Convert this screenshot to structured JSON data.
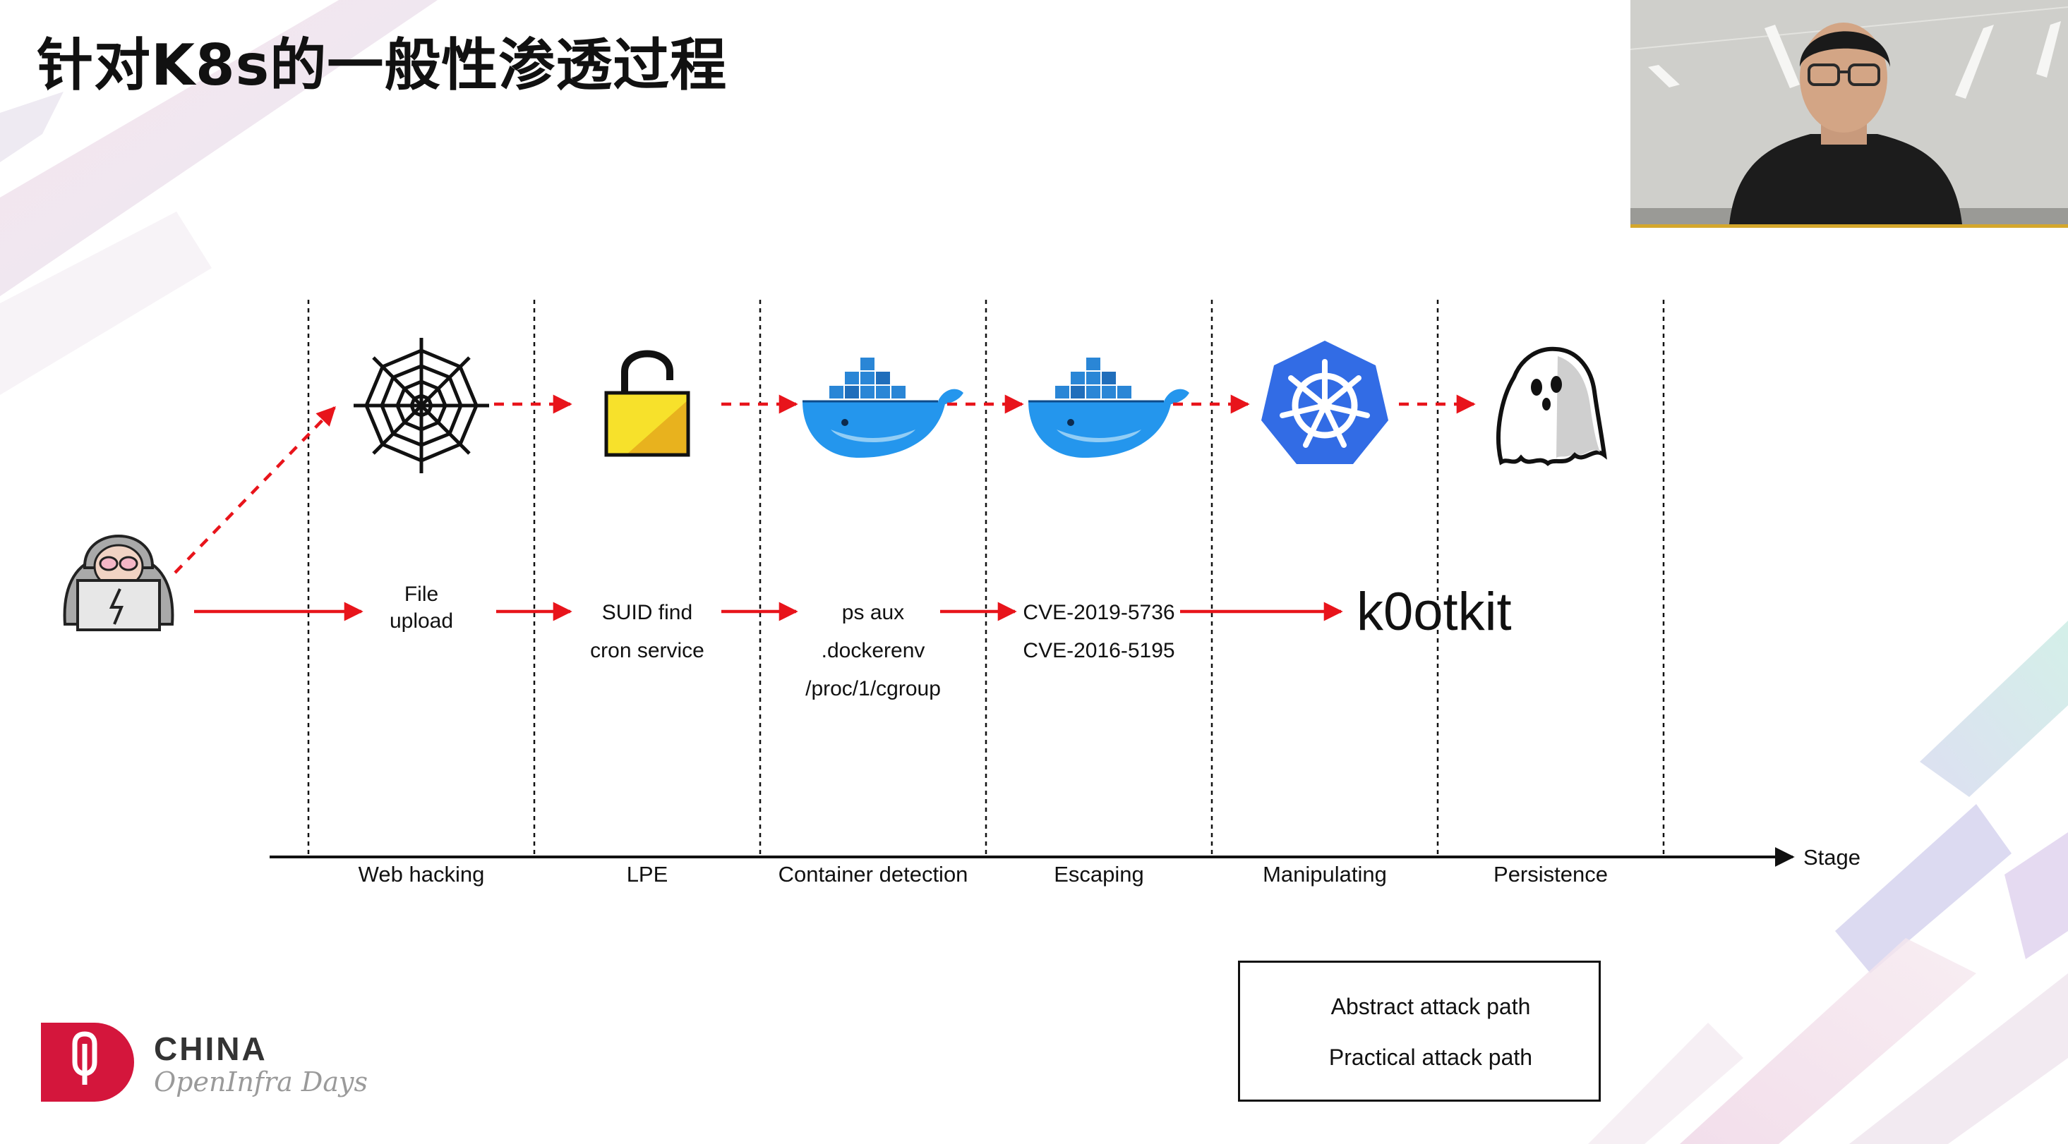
{
  "title": "针对K8s的一般性渗透过程",
  "stages": [
    {
      "label": "Web hacking",
      "tech": [
        "File",
        "upload"
      ],
      "icon": "spider-web-icon"
    },
    {
      "label": "LPE",
      "tech": [
        "SUID find",
        "cron service"
      ],
      "icon": "unlocked-padlock-icon"
    },
    {
      "label": "Container detection",
      "tech": [
        "ps aux",
        ".dockerenv",
        "/proc/1/cgroup"
      ],
      "icon": "docker-whale-icon"
    },
    {
      "label": "Escaping",
      "tech": [
        "CVE-2019-5736",
        "CVE-2016-5195"
      ],
      "icon": "docker-whale-icon"
    },
    {
      "label": "Manipulating",
      "tech": [],
      "icon": "kubernetes-icon"
    },
    {
      "label": "Persistence",
      "tech": [],
      "icon": "ghost-icon"
    }
  ],
  "rootkit": "k0otkit",
  "axis_label": "Stage",
  "legend": {
    "abstract": "Abstract attack path",
    "practical": "Practical attack path"
  },
  "logo": {
    "name": "CHINA",
    "subtitle": "OpenInfra Days"
  },
  "colors": {
    "arrow": "#e8141b",
    "kubernetes": "#326ce5",
    "docker": "#2496ed",
    "brand": "#d4163c"
  }
}
